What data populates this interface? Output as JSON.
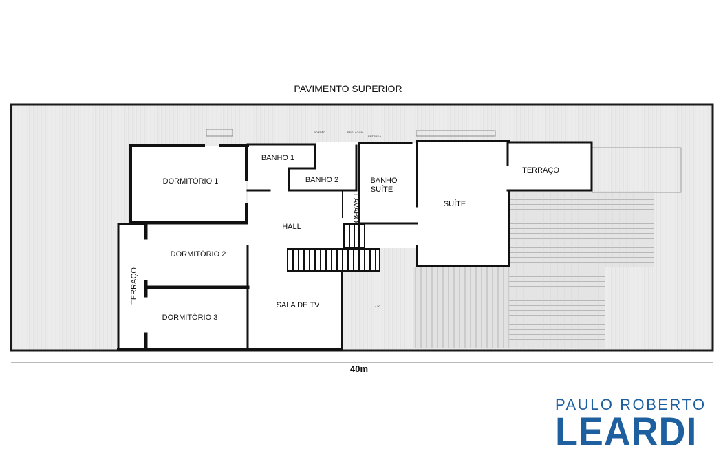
{
  "plan": {
    "title": "PAVIMENTO SUPERIOR",
    "dimension": "40m",
    "rooms": {
      "dormitorio1": "DORMITÓRIO 1",
      "banho1": "BANHO 1",
      "banho2": "BANHO 2",
      "banho_suite_line1": "BANHO",
      "banho_suite_line2": "SUÍTE",
      "terraco_right": "TERRAÇO",
      "lavabo": "LAVABO",
      "hall": "HALL",
      "suite": "SUÍTE",
      "dormitorio2": "DORMITÓRIO 2",
      "terraco_left": "TERRAÇO",
      "dormitorio3": "DORMITÓRIO 3",
      "sala_tv": "SALA DE TV"
    }
  },
  "logo": {
    "line1": "PAULO ROBERTO",
    "line2": "LEARDI",
    "color": "#1d5f9f"
  }
}
